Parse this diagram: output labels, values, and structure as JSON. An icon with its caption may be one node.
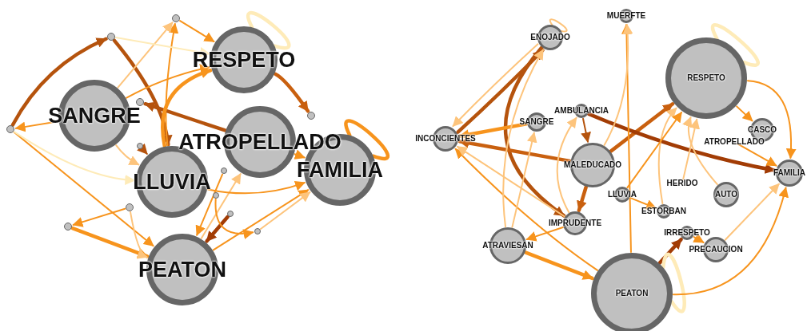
{
  "diagram": {
    "nodes": [
      {
        "text": [
          "RESPETO"
        ]
      },
      {
        "text": [
          "SANGRE"
        ]
      },
      {
        "text": [
          "ATROPELLADO"
        ]
      },
      {
        "text": [
          "LLUVIA"
        ]
      },
      {
        "text": [
          "FAMILIA"
        ]
      },
      {
        "text": [
          "PEATON"
        ]
      },
      {
        "text": [],
        "shape": "circle"
      },
      {
        "text": [],
        "shape": "circle"
      },
      {
        "text": [],
        "shape": "circle"
      },
      {
        "text": [],
        "shape": "circle"
      },
      {
        "text": [],
        "shape": "circle"
      },
      {
        "text": [],
        "shape": "circle"
      },
      {
        "text": [],
        "shape": "circle"
      },
      {
        "text": [],
        "shape": "circle"
      },
      {
        "text": [],
        "shape": "circle"
      },
      {
        "text": [],
        "shape": "circle"
      },
      {
        "text": [],
        "shape": "circle"
      },
      {
        "text": [],
        "shape": "circle"
      },
      {
        "text": [
          "ENOJADO"
        ]
      },
      {
        "text": [
          "MUERFTE"
        ]
      },
      {
        "text": [
          "RESPETO"
        ]
      },
      {
        "text": [
          "AMBULANCIA"
        ]
      },
      {
        "text": [
          "SANGRE"
        ]
      },
      {
        "text": [
          "INCONCIENTES"
        ]
      },
      {
        "text": [
          "CASCO"
        ]
      },
      {
        "text": [
          "ATROPELLADO"
        ]
      },
      {
        "text": [
          "MALEDUCADO"
        ]
      },
      {
        "text": [
          "FAMILIA"
        ]
      },
      {
        "text": [
          "HERIDO"
        ]
      },
      {
        "text": [
          "LLUVIA"
        ]
      },
      {
        "text": [
          "AUTO"
        ]
      },
      {
        "text": [
          "ESTORBAN"
        ]
      },
      {
        "text": [
          "IMPRUDENTE"
        ]
      },
      {
        "text": [
          "IRRESPETO"
        ]
      },
      {
        "text": [
          "ATRAVIESAN"
        ]
      },
      {
        "text": [
          "PRECAUCION"
        ]
      },
      {
        "text": [
          "PEATON"
        ]
      }
    ],
    "edges": [
      {
        "from": 9,
        "to": 7,
        "arrow": "to",
        "style": "thick",
        "color": "#b5530d"
      },
      {
        "from": 1,
        "to": 9,
        "arrow": "to"
      },
      {
        "from": 9,
        "to": 5,
        "arrow": "to"
      },
      {
        "from": 15,
        "to": 5,
        "arrow": "to",
        "style": "thick"
      },
      {
        "from": 13,
        "to": 15,
        "arrow": "to"
      },
      {
        "from": 7,
        "to": 3,
        "arrow": "to",
        "style": "thick",
        "color": "#b5530d"
      },
      {
        "from": 3,
        "to": 6,
        "arrow": "to"
      },
      {
        "from": 1,
        "to": 6,
        "arrow": "to",
        "color": "#fdc47c"
      },
      {
        "from": 2,
        "to": 8,
        "arrow": "to",
        "style": "thick",
        "color": "#b5530d"
      },
      {
        "from": 0,
        "to": 11,
        "arrow": "to",
        "style": "thick",
        "color": "#c9600f"
      },
      {
        "from": 4,
        "to": 4,
        "arrow": "none",
        "style": "thick"
      },
      {
        "from": 0,
        "to": 0,
        "arrow": "none",
        "style": "thick",
        "color": "#feebb8"
      },
      {
        "from": 1,
        "to": 0,
        "arrow": "to"
      },
      {
        "from": 3,
        "to": 0,
        "arrow": "to",
        "style": "thick"
      },
      {
        "from": 5,
        "to": 2,
        "arrow": "to",
        "color": "#fdc47c"
      },
      {
        "from": 3,
        "to": 4,
        "arrow": "to"
      },
      {
        "from": 5,
        "to": 4,
        "arrow": "to"
      },
      {
        "from": 17,
        "to": 4,
        "arrow": "to",
        "color": "#fdc47c"
      },
      {
        "from": 12,
        "to": 5,
        "arrow": "to"
      },
      {
        "from": 1,
        "to": 3,
        "arrow": "to",
        "color": "#fdc47c"
      },
      {
        "from": 10,
        "to": 3,
        "arrow": "to",
        "color": "#b5530d"
      },
      {
        "from": 16,
        "to": 5,
        "arrow": "to",
        "style": "thick",
        "color": "#a23c05"
      },
      {
        "from": 6,
        "to": 0,
        "arrow": "to"
      },
      {
        "from": 7,
        "to": 0,
        "arrow": "to",
        "color": "#feebb8"
      },
      {
        "from": 9,
        "to": 3,
        "arrow": "to",
        "color": "#feebb8"
      },
      {
        "from": 2,
        "to": 4,
        "arrow": "to"
      },
      {
        "from": 13,
        "to": 5,
        "arrow": "to",
        "color": "#fdc47c"
      },
      {
        "from": 14,
        "to": 17,
        "arrow": "to"
      },
      {
        "from": 23,
        "to": 18,
        "arrow": "to",
        "style": "thick",
        "color": "#b5530d"
      },
      {
        "from": 18,
        "to": 23,
        "arrow": "to",
        "color": "#fdc47c"
      },
      {
        "from": 18,
        "to": 32,
        "arrow": "to",
        "style": "thick",
        "color": "#b5530d"
      },
      {
        "from": 22,
        "to": 23,
        "arrow": "to",
        "style": "thick"
      },
      {
        "from": 26,
        "to": 23,
        "arrow": "to",
        "style": "thick",
        "color": "#c9600f"
      },
      {
        "from": 36,
        "to": 23,
        "arrow": "to"
      },
      {
        "from": 32,
        "to": 23,
        "arrow": "to",
        "color": "#fdc47c"
      },
      {
        "from": 34,
        "to": 18,
        "arrow": "to",
        "color": "#fdc47c"
      },
      {
        "from": 34,
        "to": 36,
        "arrow": "to",
        "style": "thick"
      },
      {
        "from": 32,
        "to": 34,
        "arrow": "to"
      },
      {
        "from": 21,
        "to": 26,
        "arrow": "to",
        "color": "#b5530d"
      },
      {
        "from": 26,
        "to": 20,
        "arrow": "to",
        "style": "thick",
        "color": "#c9600f"
      },
      {
        "from": 21,
        "to": 27,
        "arrow": "to",
        "style": "thick",
        "color": "#a23c05"
      },
      {
        "from": 20,
        "to": 27,
        "arrow": "to"
      },
      {
        "from": 31,
        "to": 20,
        "arrow": "to",
        "color": "#fdc47c"
      },
      {
        "from": 36,
        "to": 33,
        "arrow": "to",
        "style": "thick",
        "color": "#a23c05"
      },
      {
        "from": 33,
        "to": 35,
        "arrow": "to"
      },
      {
        "from": 20,
        "to": 20,
        "arrow": "none",
        "style": "thick",
        "color": "#feebb8"
      },
      {
        "from": 18,
        "to": 18,
        "arrow": "none",
        "color": "#fdc47c"
      },
      {
        "from": 36,
        "to": 36,
        "arrow": "none",
        "style": "thick",
        "color": "#feebb8"
      },
      {
        "from": 36,
        "to": 19,
        "arrow": "to"
      },
      {
        "from": 26,
        "to": 19,
        "arrow": "to",
        "color": "#fdc47c"
      },
      {
        "from": 29,
        "to": 20,
        "arrow": "to"
      },
      {
        "from": 32,
        "to": 21,
        "arrow": "to",
        "color": "#fdc47c"
      },
      {
        "from": 30,
        "to": 20,
        "arrow": "to",
        "color": "#fdc47c"
      },
      {
        "from": 35,
        "to": 27,
        "arrow": "to",
        "color": "#fdc47c"
      },
      {
        "from": 36,
        "to": 27,
        "arrow": "to"
      },
      {
        "from": 29,
        "to": 31,
        "arrow": "to"
      },
      {
        "from": 26,
        "to": 32,
        "arrow": "to",
        "style": "thick",
        "color": "#c9600f"
      },
      {
        "from": 20,
        "to": 24,
        "arrow": "to"
      },
      {
        "from": 28,
        "to": 20,
        "arrow": "to",
        "color": "#fdc47c"
      },
      {
        "from": 25,
        "to": 27,
        "arrow": "to"
      },
      {
        "from": 34,
        "to": 22,
        "arrow": "to",
        "color": "#fdc47c"
      }
    ]
  }
}
